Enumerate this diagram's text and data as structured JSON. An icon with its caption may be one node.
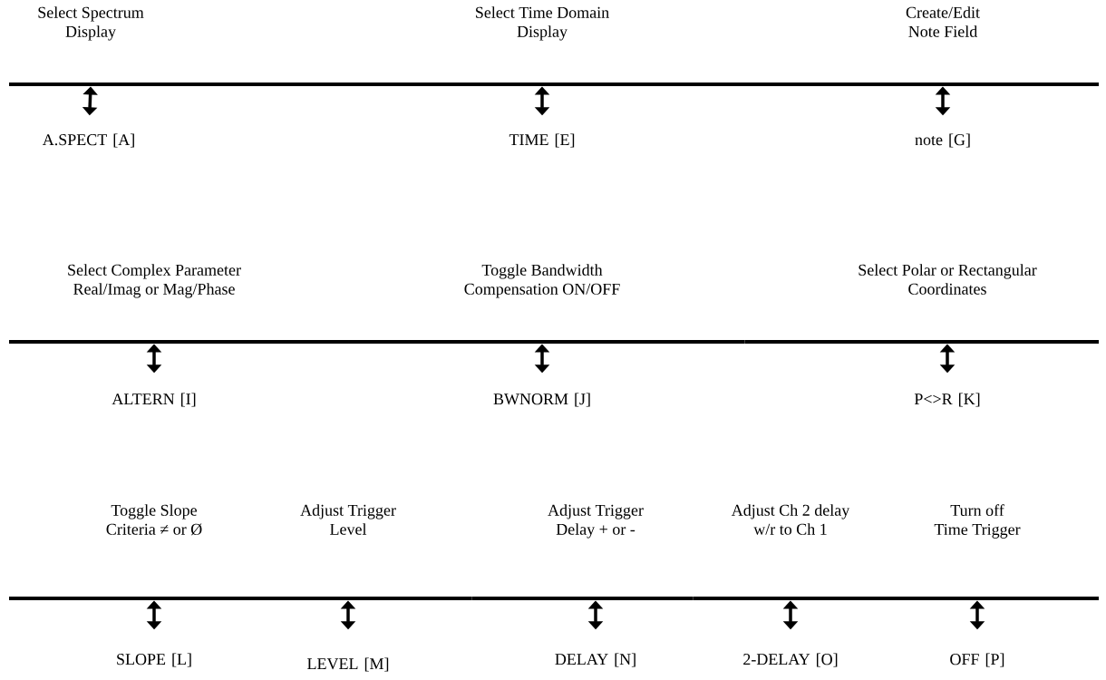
{
  "diagram": {
    "nodes": [
      {
        "text": [
          "Select Spectrum Display"
        ]
      },
      {
        "text": [
          "Select Time Domain Display"
        ]
      },
      {
        "text": [
          "Create/Edit Note Field"
        ]
      },
      {
        "text": [
          "A.SPECT [A]"
        ]
      },
      {
        "text": [
          "TIME [E]"
        ]
      },
      {
        "text": [
          "note [G]"
        ]
      },
      {
        "text": [
          "Select Complex Parameter Real/Imag or Mag/Phase"
        ]
      },
      {
        "text": [
          "Toggle Bandwidth Compensation ON/OFF"
        ]
      },
      {
        "text": [
          "Select Polar or Rectangular Coordinates"
        ]
      },
      {
        "text": [
          "ALTERN [I]"
        ]
      },
      {
        "text": [
          "BWNORM [J]"
        ]
      },
      {
        "text": [
          "P<>R [K]"
        ]
      },
      {
        "text": [
          "Toggle Slope Criteria ≠ or Ø"
        ]
      },
      {
        "text": [
          "Adjust Trigger Level"
        ]
      },
      {
        "text": [
          "Adjust Trigger Delay + or -"
        ]
      },
      {
        "text": [
          "Adjust Ch 2 delay w/r to Ch 1"
        ]
      },
      {
        "text": [
          "Turn off Time Trigger"
        ]
      },
      {
        "text": [
          "SLOPE [L]"
        ]
      },
      {
        "text": [
          "LEVEL [M]"
        ]
      },
      {
        "text": [
          "DELAY [N]"
        ]
      },
      {
        "text": [
          "2-DELAY [O]"
        ]
      },
      {
        "text": [
          "OFF [P]"
        ]
      }
    ],
    "edges": [
      {
        "from": 0,
        "to": 3,
        "arrow": "both"
      },
      {
        "from": 1,
        "to": 4,
        "arrow": "both"
      },
      {
        "from": 2,
        "to": 5,
        "arrow": "both"
      },
      {
        "from": 6,
        "to": 9,
        "arrow": "both"
      },
      {
        "from": 7,
        "to": 10,
        "arrow": "both"
      },
      {
        "from": 8,
        "to": 11,
        "arrow": "both"
      },
      {
        "from": 12,
        "to": 17,
        "arrow": "both"
      },
      {
        "from": 13,
        "to": 18,
        "arrow": "both"
      },
      {
        "from": 14,
        "to": 19,
        "arrow": "both"
      },
      {
        "from": 15,
        "to": 20,
        "arrow": "both"
      },
      {
        "from": 16,
        "to": 21,
        "arrow": "both"
      }
    ]
  }
}
